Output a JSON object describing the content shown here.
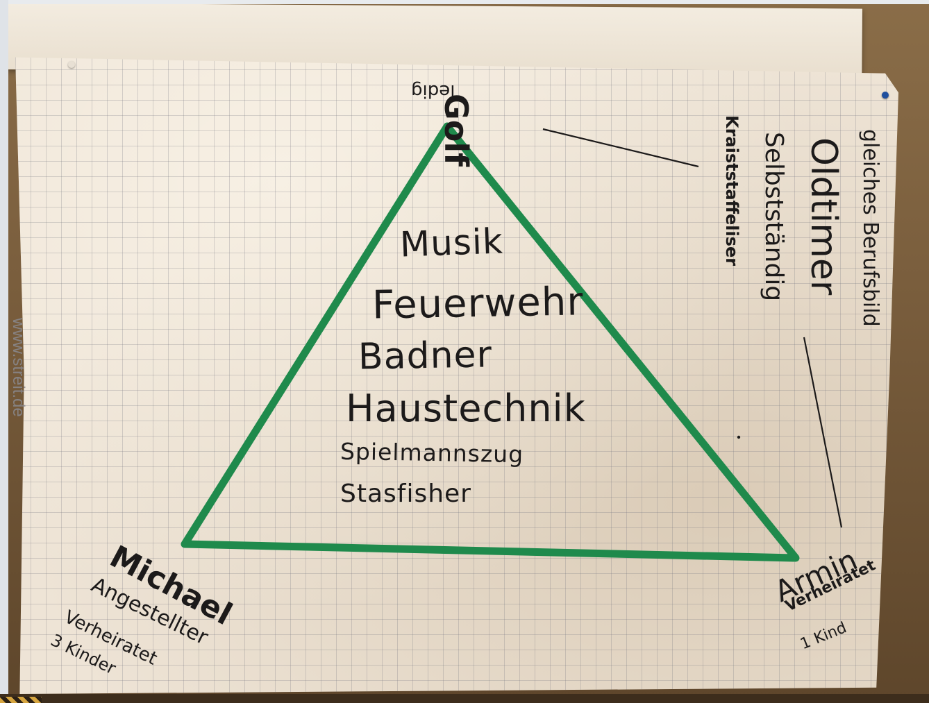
{
  "watermark": "www.streit.de",
  "center_words": [
    "Musik",
    "Feuerwehr",
    "Badner",
    "Haustechnik",
    "Spielmannszug",
    "Stasfisher"
  ],
  "top_vertex": {
    "label": "ledig",
    "side_word": "Golf"
  },
  "right_column": [
    "Kraiststaffeliser",
    "Selbstständig",
    "Oldtimer",
    "gleiches Berufsbild"
  ],
  "michael": {
    "name": "Michael",
    "lines": [
      "Angestellter",
      "Verheiratet",
      "3 Kinder"
    ]
  },
  "armin": {
    "name": "Armin",
    "lines": [
      "Verheiratet",
      "1 Kind"
    ]
  },
  "colors": {
    "triangle": "#1f8a4c",
    "ink": "#1c1a1a",
    "paper": "#eee4d6",
    "pin_blue": "#1f4f9e"
  }
}
